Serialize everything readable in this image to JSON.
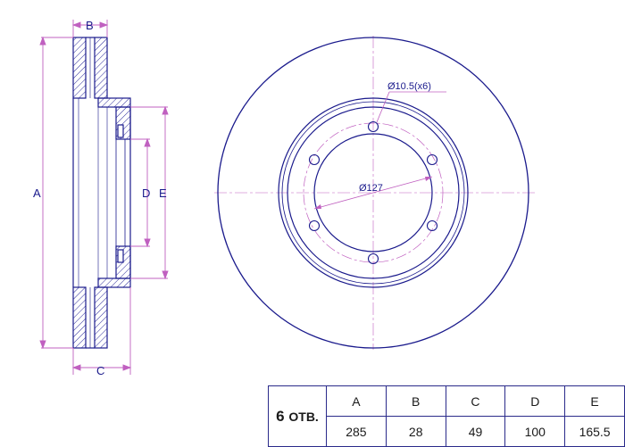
{
  "side_view_labels": {
    "A": "A",
    "B": "B",
    "C": "C",
    "D": "D",
    "E": "E"
  },
  "front_view_labels": {
    "bolt_hole": "Ø10.5(x6)",
    "pcd": "Ø127"
  },
  "table": {
    "holes_count": "6",
    "holes_suffix": "ОТВ.",
    "headers": [
      "A",
      "B",
      "C",
      "D",
      "E"
    ],
    "values": [
      "285",
      "28",
      "49",
      "100",
      "165.5"
    ]
  },
  "colors": {
    "drawing": "#1a1a8c",
    "dimension": "#c060c0",
    "hatch": "#2a2a9a"
  }
}
